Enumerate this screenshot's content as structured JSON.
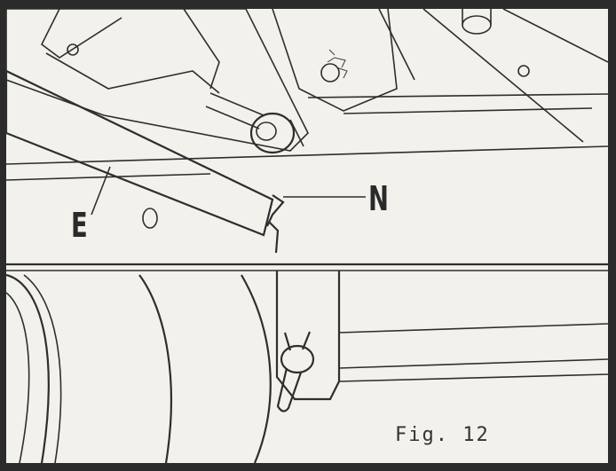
{
  "figure": {
    "caption": "Fig. 12",
    "labels": {
      "e": "E",
      "n": "N"
    }
  }
}
